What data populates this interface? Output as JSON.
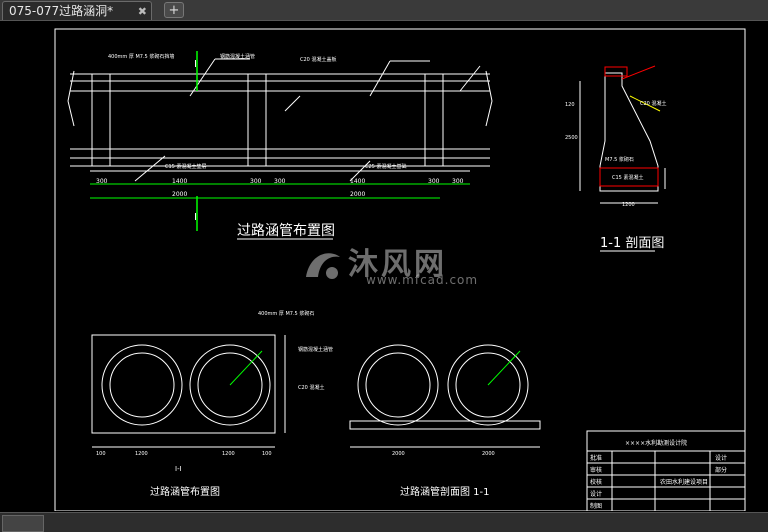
{
  "tab": {
    "title": "075-077过路涵洞*",
    "close": "✖",
    "add": "+"
  },
  "drawing": {
    "title_plan": "过路涵管布置图",
    "title_section": "1-1 剖面图",
    "title_left_bottom": "过路涵管布置图",
    "title_right_bottom": "过路涵管剖面图 1-1",
    "label_i_top": "I",
    "label_i_bottom": "I",
    "label_I_mid": "I-I",
    "dims_plan": [
      "300",
      "1400",
      "300",
      "300",
      "1400",
      "300",
      "300"
    ],
    "dims_plan_total": [
      "2000",
      "2000"
    ],
    "dims_circles_left": [
      "100",
      "1200",
      "1200",
      "100"
    ],
    "dims_circles_right": [
      "2000",
      "2000"
    ],
    "section_dims": [
      "120",
      "1200",
      "2500"
    ],
    "labels_plan": [
      "400mm 厚 M7.5 浆砌石挡墙",
      "C20 混凝土盖板",
      "C15 素混凝土垫层",
      "钢筋混凝土涵管",
      "C25 素混凝土基础"
    ],
    "labels_section": [
      "C20 混凝土",
      "M7.5 浆砌石",
      "C15 素混凝土"
    ],
    "labels_circles": [
      "400mm 厚 M7.5 浆砌石",
      "钢筋混凝土涵管",
      "C20 混凝土"
    ],
    "title_block": {
      "institute": "××××水利勘测设计院",
      "rows": [
        "批准",
        "审核",
        "校核",
        "设计",
        "制图"
      ],
      "right_rows": [
        "设计",
        "部分"
      ],
      "project": "农田水利建设项目"
    }
  },
  "watermark": {
    "text": "沐风网",
    "url": "www.mfcad.com"
  },
  "colors": {
    "line": "#ffffff",
    "green": "#00ff00",
    "red": "#ff0000",
    "yellow": "#ffff00",
    "cyan": "#00ffff",
    "background": "#000000"
  }
}
